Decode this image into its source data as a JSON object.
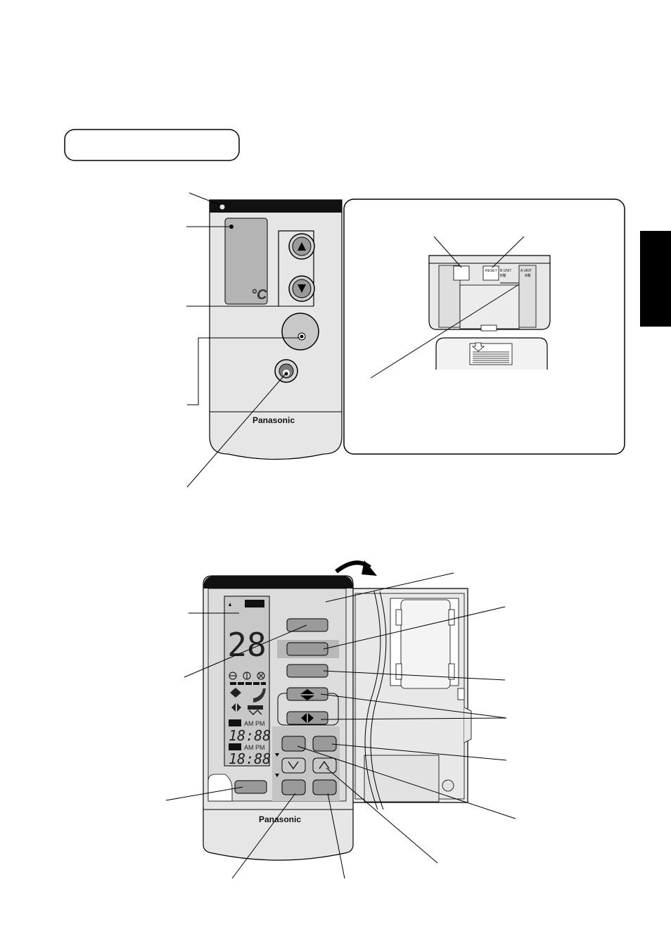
{
  "brand": {
    "top_remote": "Panasonic",
    "bottom_remote": "Panasonic"
  },
  "top_remote": {
    "lcd_unit": "°C"
  },
  "battery_panel": {
    "reset_label": "RESET",
    "b_unit_label": "B UNIT",
    "b_unit_sub": "B機",
    "a_unit_label": "A UNIT",
    "a_unit_sub": "A機"
  },
  "bottom_remote": {
    "lcd_temp": "28",
    "timer_on_ampm": "AM PM",
    "timer_on_time": "18:88",
    "timer_off_ampm": "AM PM",
    "timer_off_time": "18:88"
  },
  "colors": {
    "body": "#e6e6e6",
    "panel": "#c8c8c8",
    "button": "#9a9a9a",
    "black": "#111111",
    "page_tab": "#000000"
  },
  "icons": [
    "up-arrow-icon",
    "down-arrow-icon",
    "swing-up-down-icon",
    "swing-left-right-icon",
    "fan-icon",
    "down-curved-arrow-icon",
    "battery-arrow-icon"
  ]
}
